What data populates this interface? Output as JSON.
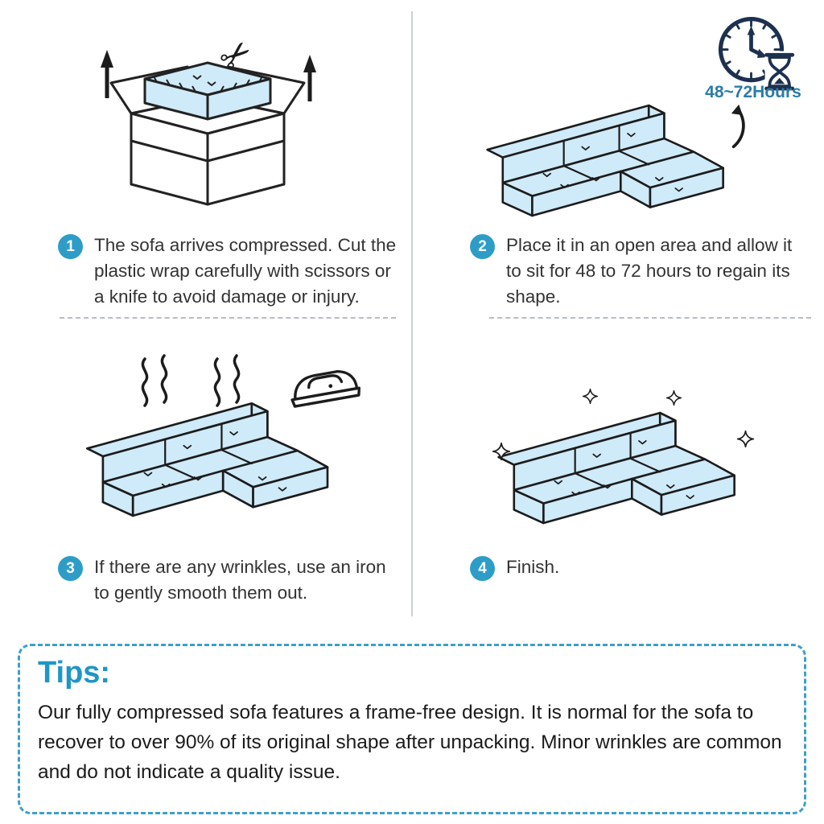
{
  "colors": {
    "accent_blue": "#2D9DC8",
    "sofa_fill": "#CFEAF8",
    "outline_dark": "#1C1C1C",
    "clock_navy": "#1D3050",
    "duration_text_blue": "#2A7CA8",
    "tips_border_blue": "#3E9FCB",
    "tips_title_blue": "#1E96C8",
    "divider_gray": "#CCD1D6"
  },
  "steps": [
    {
      "number": "1",
      "text": "The sofa arrives compressed. Cut the plastic wrap carefully with scissors or a knife to avoid damage or injury.",
      "icons": [
        "open-box",
        "compressed-sofa-block",
        "scissors",
        "up-arrows"
      ]
    },
    {
      "number": "2",
      "text": "Place it in an open area and allow it to sit for 48 to 72 hours to regain its shape.",
      "duration_label": "48~72Hours",
      "icons": [
        "clock-hourglass",
        "sofa",
        "curved-arrow"
      ]
    },
    {
      "number": "3",
      "text": "If there are any wrinkles, use an iron to gently smooth them out.",
      "icons": [
        "sofa",
        "steam",
        "iron"
      ]
    },
    {
      "number": "4",
      "text": "Finish.",
      "icons": [
        "sofa",
        "sparkles"
      ]
    }
  ],
  "tips": {
    "title": "Tips:",
    "body": "Our fully compressed sofa features a frame-free design. It is normal for the sofa to recover to over 90% of its original shape after unpacking. Minor wrinkles are common and do not indicate a quality issue."
  },
  "glyphs": {
    "scissors": "✂"
  }
}
